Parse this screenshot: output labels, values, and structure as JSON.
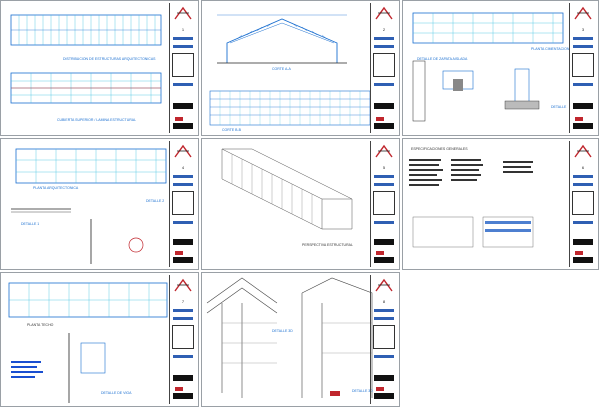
{
  "sheets": [
    {
      "id": "1",
      "title_a": "DISTRIBUCION DE ESTRUCTURAS ARQUITECTONICAS",
      "title_b": "CUBIERTA SUPERIOR / LAMINA ESTRUCTURAL"
    },
    {
      "id": "2",
      "title_a": "CORTE A-A",
      "title_b": "CORTE B-B"
    },
    {
      "id": "3",
      "title_a": "PLANTA CIMENTACION",
      "title_b": "DETALLE DE ZAPATA AISLADA",
      "title_c": "DETALLE"
    },
    {
      "id": "4",
      "title_a": "PLANTA ARQUITECTONICA",
      "title_b": "DETALLE 1",
      "title_c": "DETALLE 2"
    },
    {
      "id": "5",
      "title_a": "PERSPECTIVA ESTRUCTURAL"
    },
    {
      "id": "6",
      "title_a": "ESPECIFICACIONES GENERALES"
    },
    {
      "id": "7",
      "title_a": "PLANTA TECHO",
      "title_b": "DETALLE DE VIGA"
    },
    {
      "id": "8",
      "title_a": "DETALLE 3D",
      "title_b": "DETALLE 3D"
    }
  ],
  "colors": {
    "line": "#1a6fd0",
    "ink": "#222222",
    "accent": "#c0262d",
    "grid": "#3cc2e0"
  }
}
